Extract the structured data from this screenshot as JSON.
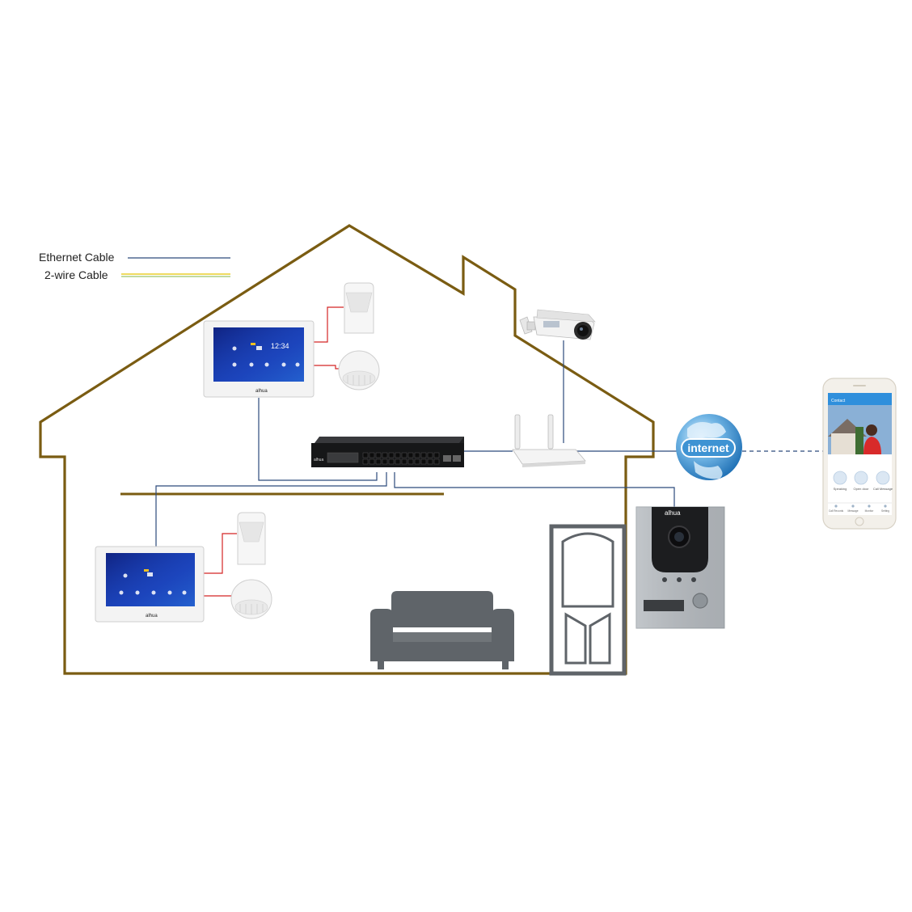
{
  "legend": {
    "ethernet_label": "Ethernet Cable",
    "two_wire_label": "2-wire Cable"
  },
  "colors": {
    "house_outline": "#7a5c12",
    "ethernet": "#2c4a7c",
    "two_wire_yellow": "#e3c400",
    "two_wire_green": "#9cc36a",
    "alarm_wire": "#d42424",
    "furniture": "#5f6469",
    "globe_blue": "#2f86c8"
  },
  "monitor_top": {
    "clock": "12:34",
    "brand": "alhua"
  },
  "monitor_bottom": {
    "brand": "alhua"
  },
  "internet": {
    "label": "internet"
  },
  "door_station": {
    "brand": "alhua"
  },
  "phone": {
    "header": "Contact",
    "buttons": [
      "Speaking",
      "Open door",
      "Call Message"
    ],
    "nav": [
      "Call Records",
      "Message",
      "Monitor",
      "Setting"
    ]
  },
  "icons": [
    "house-outline",
    "network-switch",
    "wifi-router",
    "bullet-camera",
    "indoor-monitor",
    "pir-motion-sensor",
    "smoke-detector",
    "door",
    "sofa",
    "door-station",
    "internet-globe",
    "smartphone"
  ]
}
